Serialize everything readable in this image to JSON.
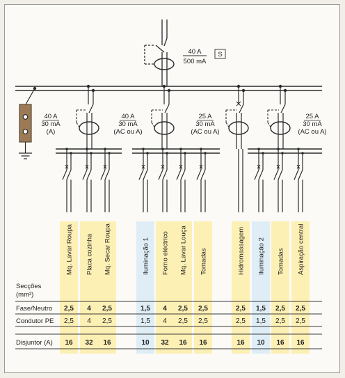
{
  "colors": {
    "highlight_yellow": "#fdf0b4",
    "highlight_blue": "#dfeef6",
    "line": "#2a2a2a",
    "earth_box": "#9c7a55"
  },
  "main_rcd": {
    "rating": "40 A",
    "sensitivity": "500 mA",
    "type_mark": "S"
  },
  "groups": [
    {
      "rcd": [
        "40 A",
        "30 mA",
        "(A)"
      ]
    },
    {
      "rcd": [
        "40 A",
        "30 mA",
        "(AC ou A)"
      ]
    },
    {
      "rcd": [
        "25 A",
        "30 mA",
        "(AC ou A)"
      ]
    },
    {
      "rcd": [
        "25 A",
        "30 mA",
        "(AC ou A)"
      ]
    }
  ],
  "row_labels": {
    "seccoes_1": "Secções",
    "seccoes_2": "(mm²)",
    "fase_neutro": "Fase/Neutro",
    "condutor_pe": "Condutor PE",
    "disjuntor": "Disjuntor (A)"
  },
  "circuits": [
    {
      "name": "Mq. Lavar Roupa",
      "fase_neutro": "2,5",
      "pe": "2,5",
      "disjuntor": "16"
    },
    {
      "name": "Placa cozinha",
      "fase_neutro": "4",
      "pe": "4",
      "disjuntor": "32"
    },
    {
      "name": "Mq. Secar Roupa",
      "fase_neutro": "2,5",
      "pe": "2,5",
      "disjuntor": "16"
    },
    {
      "name": "Iluminação 1",
      "fase_neutro": "1,5",
      "pe": "1,5",
      "disjuntor": "10"
    },
    {
      "name": "Forno eléctrico",
      "fase_neutro": "4",
      "pe": "4",
      "disjuntor": "32"
    },
    {
      "name": "Mq. Lavar Louça",
      "fase_neutro": "2,5",
      "pe": "2,5",
      "disjuntor": "16"
    },
    {
      "name": "Tomadas",
      "fase_neutro": "2,5",
      "pe": "2,5",
      "disjuntor": "16"
    },
    {
      "name": "Hidromassagem",
      "fase_neutro": "2,5",
      "pe": "2,5",
      "disjuntor": "16"
    },
    {
      "name": "Iluminação 2",
      "fase_neutro": "1,5",
      "pe": "1,5",
      "disjuntor": "10"
    },
    {
      "name": "Tomadas",
      "fase_neutro": "2,5",
      "pe": "2,5",
      "disjuntor": "16"
    },
    {
      "name": "Aspiração central",
      "fase_neutro": "2,5",
      "pe": "2,5",
      "disjuntor": "16"
    }
  ]
}
